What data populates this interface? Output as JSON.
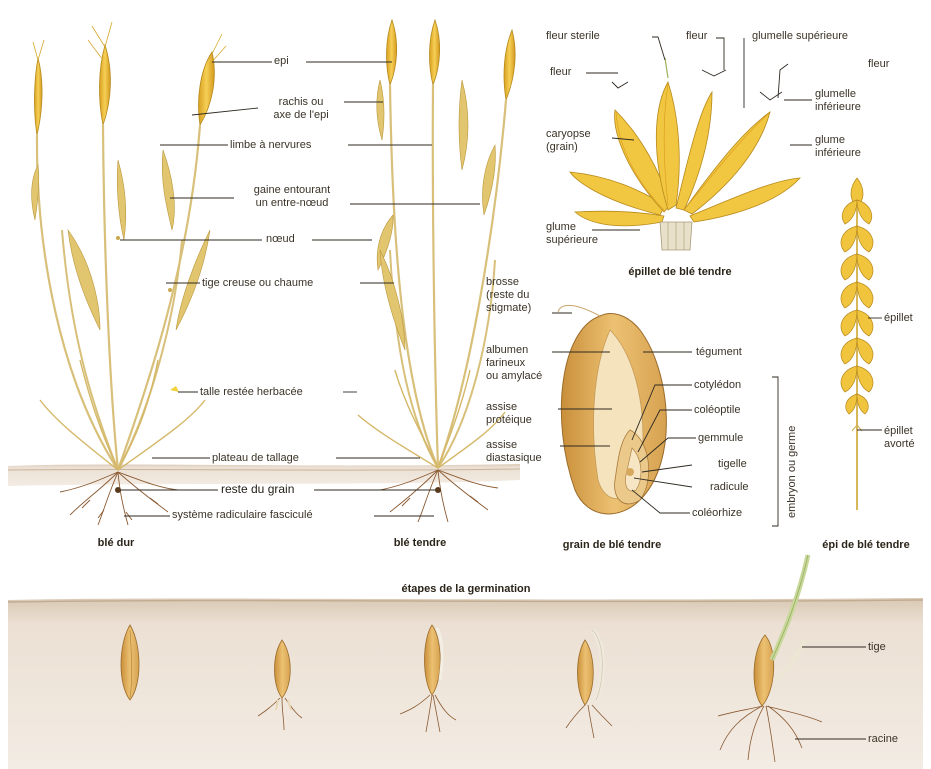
{
  "colors": {
    "wheat": "#e8b830",
    "wheat_dark": "#b7891b",
    "stem": "#d8c07a",
    "soil": "#e9dccd",
    "soil_dark": "#cdb9a3",
    "root": "#8a5a32",
    "leader": "#2f2a22",
    "grain_outer": "#e7b864",
    "grain_inner": "#f4e3bc"
  },
  "labels": {
    "epi": "epi",
    "rachis": "rachis ou\naxe de l'epi",
    "limbe": "limbe à nervures",
    "gaine": "gaine entourant\nun entre-nœud",
    "noeud": "nœud",
    "tige_creuse": "tige creuse ou chaume",
    "talle": "talle restée herbacée",
    "plateau": "plateau de tallage",
    "reste_grain": "reste du grain",
    "systeme_rad": "système radiculaire fasciculé",
    "fleur_sterile": "fleur sterile",
    "fleur_a": "fleur",
    "fleur_b": "fleur",
    "fleur_c": "fleur",
    "glumelle_sup": "glumelle supérieure",
    "glumelle_inf": "glumelle\ninférieure",
    "caryopse": "caryopse\n(grain)",
    "glume_inf": "glume\ninférieure",
    "glume_sup": "glume\nsupérieure",
    "brosse": "brosse\n(reste du\nstigmate)",
    "albumen": "albumen\nfarineux\nou amylacé",
    "assise_prot": "assise\nprotéique",
    "assise_diast": "assise\ndiastasique",
    "tegument": "tégument",
    "cotyledon": "cotylédon",
    "coleoptile": "coléoptile",
    "gemmule": "gemmule",
    "tigelle": "tigelle",
    "radicule": "radicule",
    "coleorhize": "coléorhize",
    "embryon": "embryon ou germe",
    "epillet": "épillet",
    "epillet_avorte": "épillet\navorté",
    "tige": "tige",
    "racine": "racine"
  },
  "captions": {
    "ble_dur": "blé dur",
    "ble_tendre": "blé tendre",
    "epillet_ble_tendre": "épillet de blé tendre",
    "grain_ble_tendre": "grain de blé tendre",
    "epi_ble_tendre": "épi de blé tendre",
    "etapes": "étapes de la germination"
  }
}
